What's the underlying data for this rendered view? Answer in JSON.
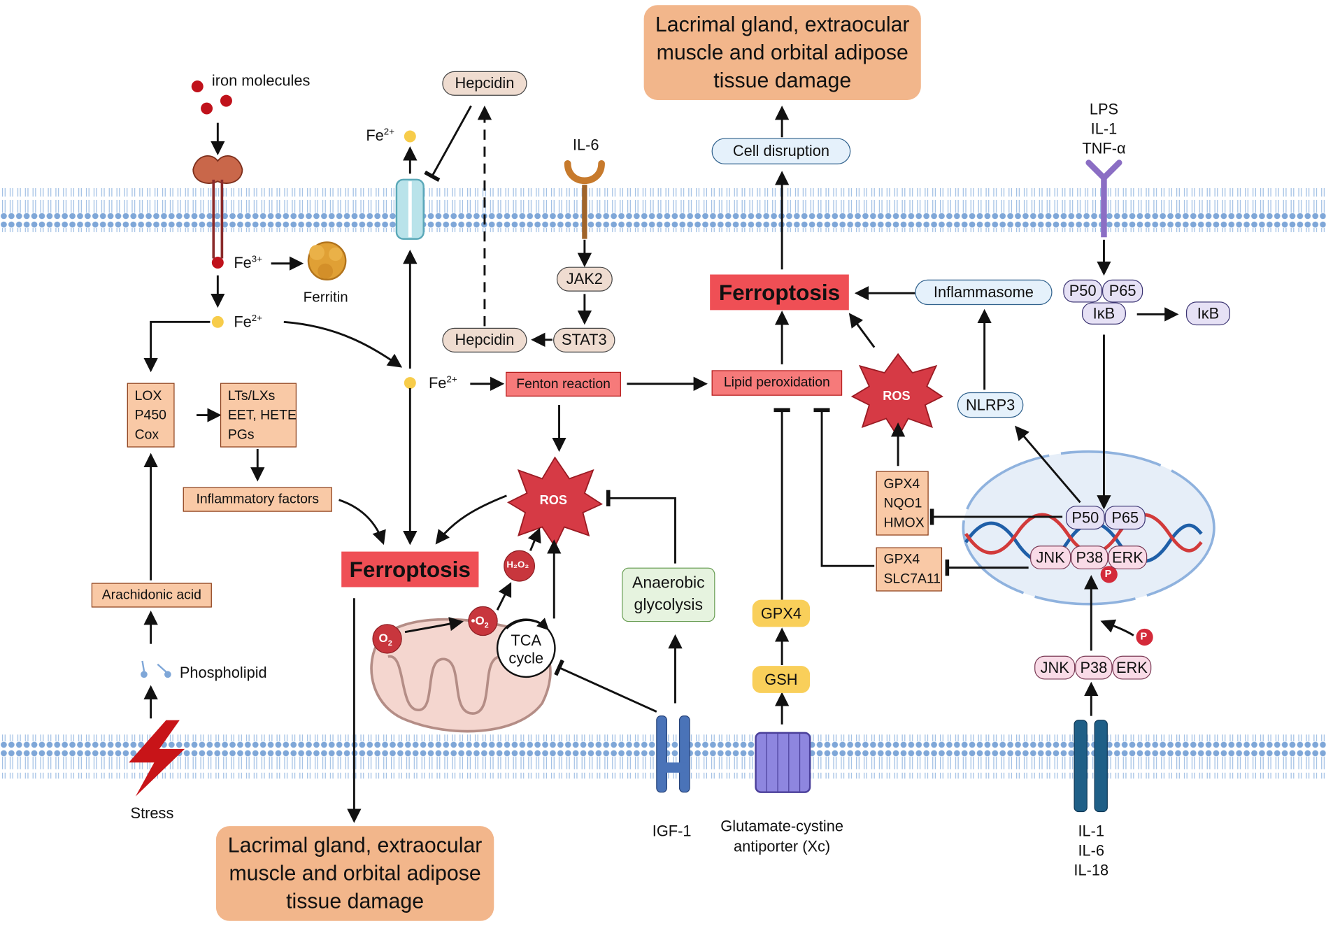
{
  "external_inputs": {
    "iron_molecules": "iron molecules",
    "lps_cytokines": [
      "LPS",
      "IL-1",
      "TNF-α"
    ],
    "il6": "IL-6",
    "stress": "Stress",
    "phospholipid": "Phospholipid",
    "igf1": "IGF-1",
    "xc_antiporter": [
      "Glutamate-cystine",
      "antiporter (Xc)"
    ],
    "interleukins": [
      "IL-1",
      "IL-6",
      "IL-18"
    ]
  },
  "iron_pathway": {
    "fe3": "Fe",
    "fe3_sup": "3+",
    "fe2": "Fe",
    "fe2_sup": "2+",
    "ferritin": "Ferritin",
    "hepcidin": "Hepcidin",
    "jak2": "JAK2",
    "stat3": "STAT3",
    "fenton": "Fenton reaction"
  },
  "lipid_pathway": {
    "enzymes": [
      "LOX",
      "P450",
      "Cox"
    ],
    "metabolites": [
      "LTs/LXs",
      "EET, HETE",
      "PGs"
    ],
    "inflammatory_factors": "Inflammatory factors",
    "arachidonic_acid": "Arachidonic acid",
    "lipid_peroxidation": "Lipid peroxidation"
  },
  "outcomes": {
    "ferroptosis": "Ferroptosis",
    "damage": "Lacrimal gland, extraocular muscle and orbital adipose tissue damage",
    "cell_disruption": "Cell disruption"
  },
  "ros": {
    "label": "ROS",
    "o2": "O",
    "o2_sub": "2",
    "superoxide": "•O",
    "h2o2": "H₂O₂",
    "tca": [
      "TCA",
      "cycle"
    ],
    "anaerobic": "Anaerobic glycolysis"
  },
  "antioxidant": {
    "gpx4": "GPX4",
    "gsh": "GSH",
    "targets_1": [
      "GPX4",
      "NQO1",
      "HMOX"
    ],
    "targets_2": [
      "GPX4",
      "SLC7A11"
    ]
  },
  "signaling": {
    "inflammasome": "Inflammasome",
    "nlrp3": "NLRP3",
    "p50": "P50",
    "p65": "P65",
    "ikb": "IκB",
    "jnk": "JNK",
    "p38": "P38",
    "erk": "ERK",
    "phospho": "P"
  }
}
